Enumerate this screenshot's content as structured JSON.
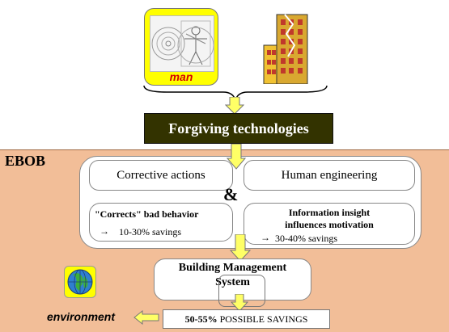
{
  "top": {
    "man_label": "man",
    "technology_label": "Forgiving technologies"
  },
  "ebob": {
    "label": "EBOB",
    "corrective_actions": "Corrective actions",
    "human_engineering": "Human engineering",
    "ampersand": "&",
    "corrects_title": "\"Corrects\"  bad behavior",
    "corrects_savings": "10-30%   savings",
    "info_title_1": "Information  insight",
    "info_title_2": "influences motivation",
    "info_savings": "30-40% savings"
  },
  "bms": {
    "line1": "Building Management",
    "line2": "System"
  },
  "savings": {
    "percent": "50-55%",
    "text": " POSSIBLE SAVINGS"
  },
  "environment_label": "environment",
  "colors": {
    "ebob_bg": "#f2be98",
    "yellow": "#ffff00",
    "dark_olive": "#333300",
    "man_red": "#d40000"
  }
}
